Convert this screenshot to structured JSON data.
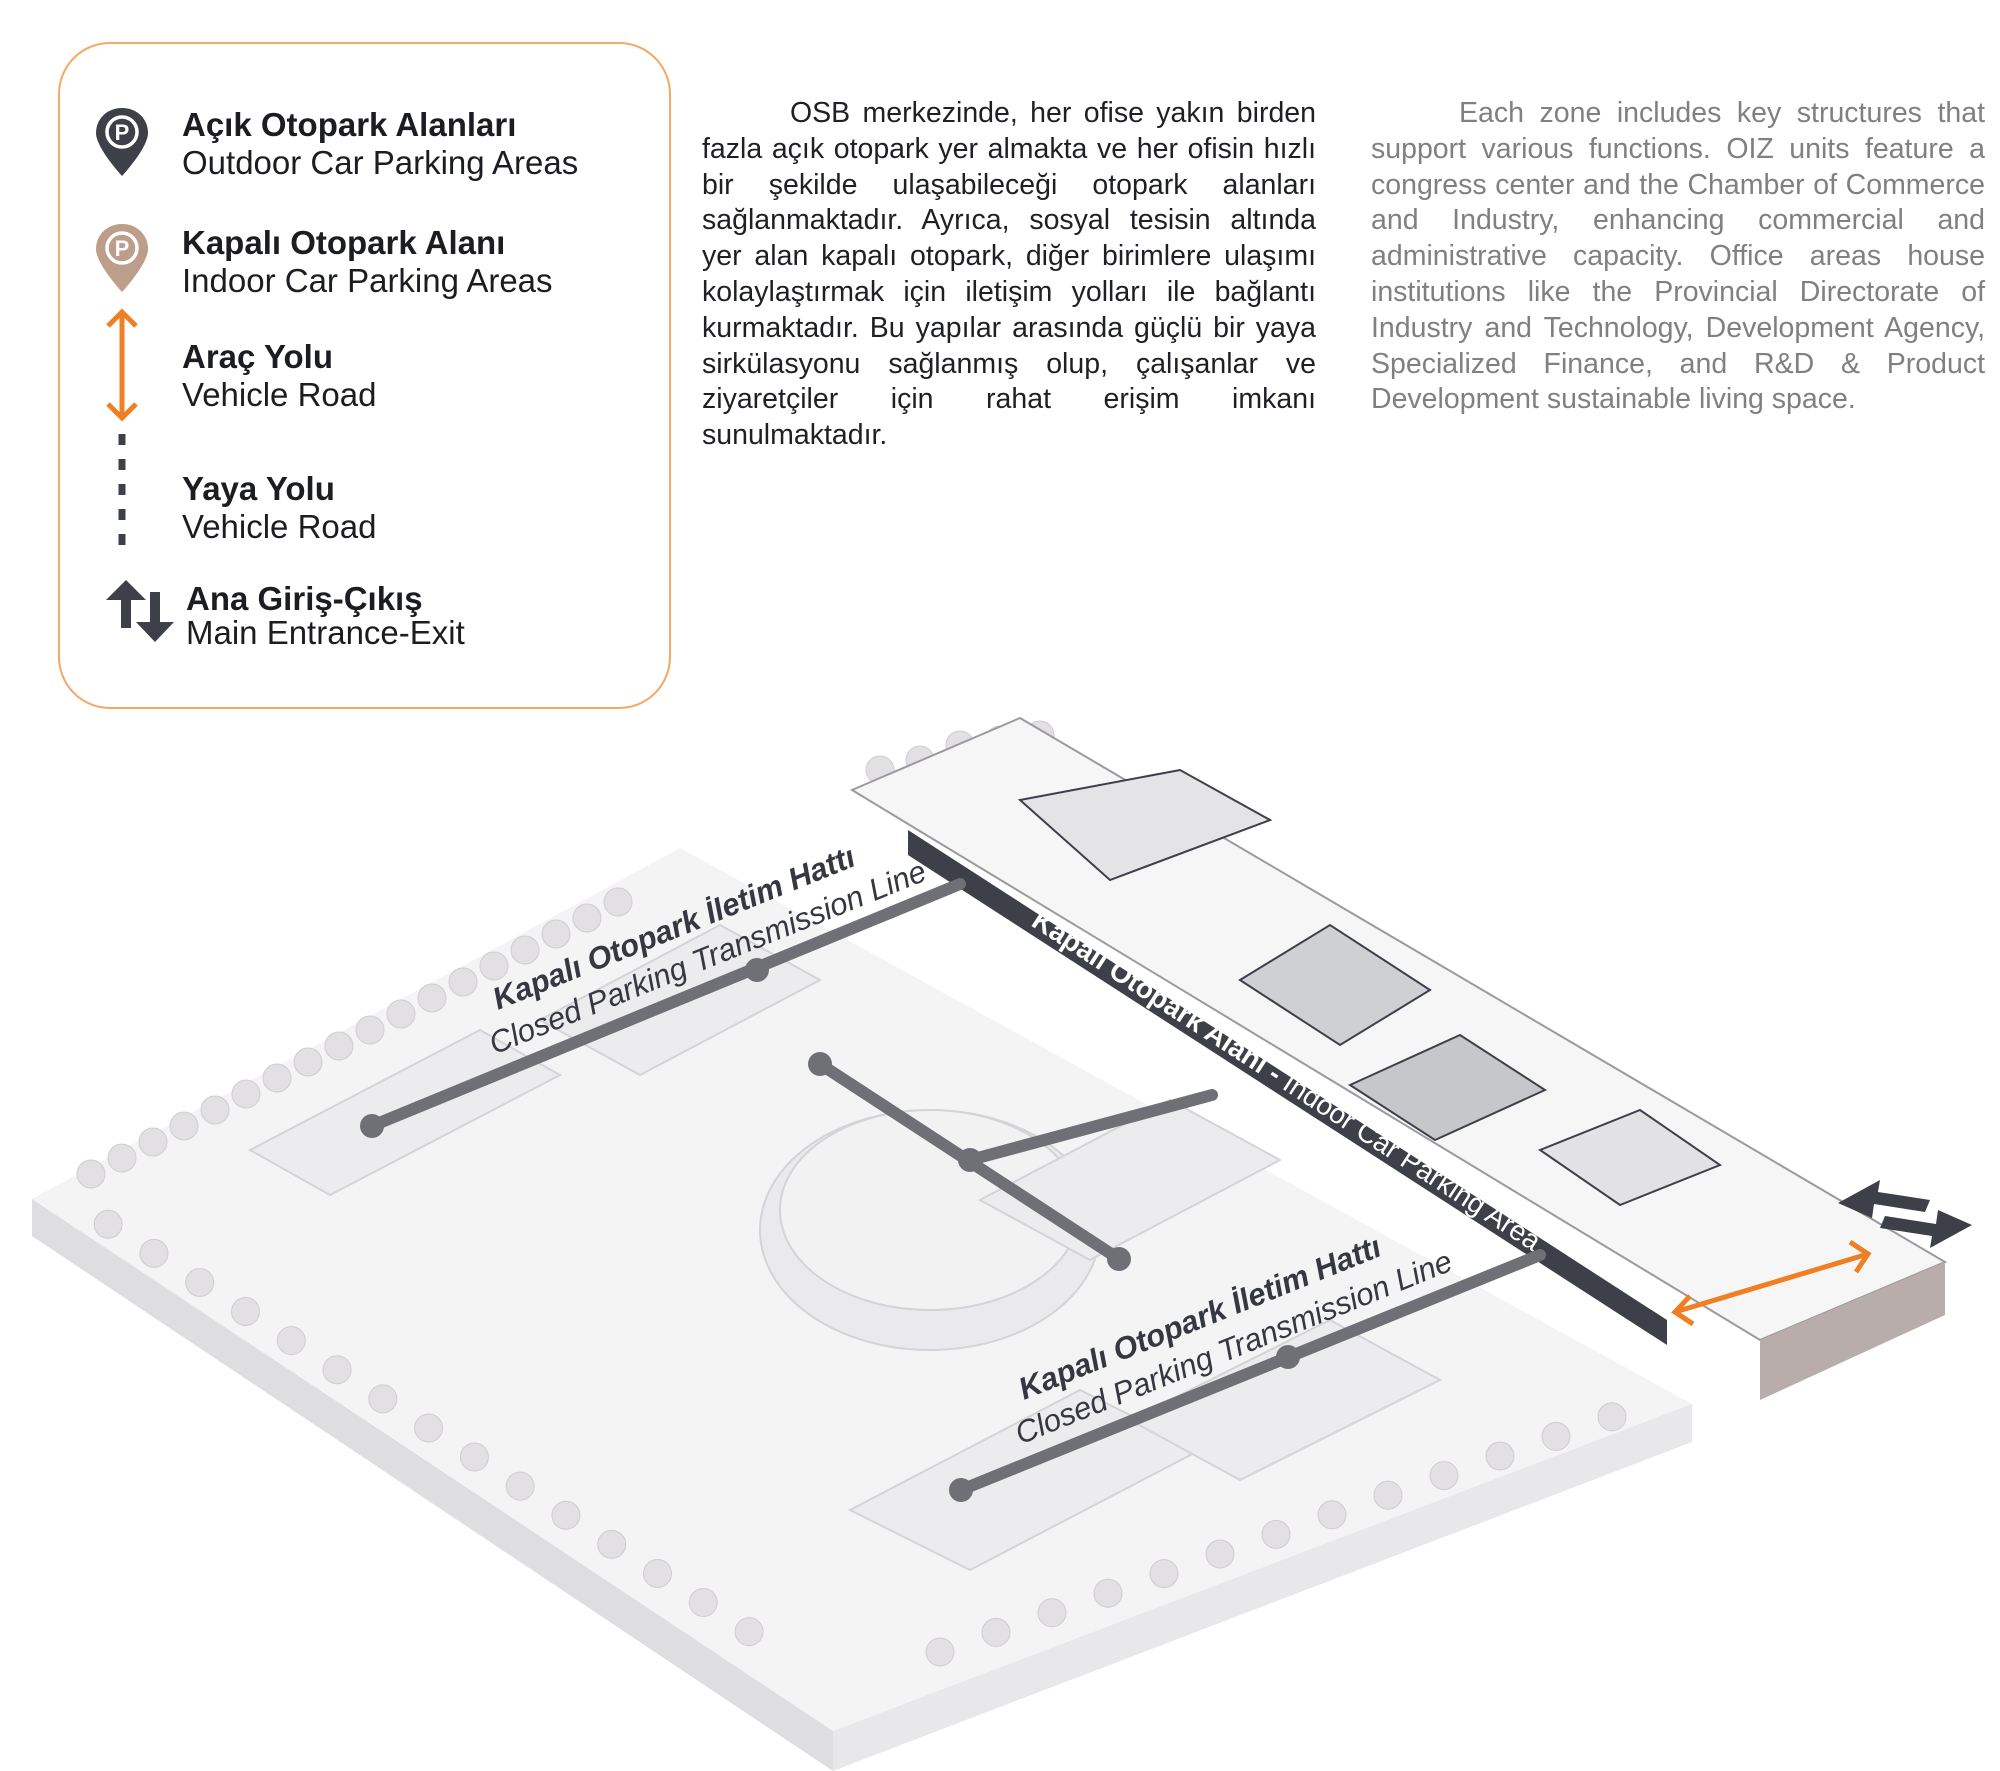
{
  "legend": {
    "items": [
      {
        "icon": "pin-parking-icon",
        "color": "#3d4049",
        "title": "Açık Otopark Alanları",
        "subtitle": "Outdoor Car Parking Areas"
      },
      {
        "icon": "pin-parking-icon",
        "color": "#bd9e8a",
        "title": "Kapalı Otopark Alanı",
        "subtitle": "Indoor Car Parking Areas"
      },
      {
        "icon": "double-arrow-vertical-icon",
        "color": "#f07f23",
        "title": "Araç Yolu",
        "subtitle": "Vehicle Road"
      },
      {
        "icon": "dotted-line-icon",
        "color": "#3d4049",
        "title": "Yaya Yolu",
        "subtitle": "Vehicle Road"
      },
      {
        "icon": "entrance-exit-arrows-icon",
        "color": "#3d4049",
        "title": "Ana Giriş-Çıkış",
        "subtitle": "Main Entrance-Exit"
      }
    ]
  },
  "text": {
    "turkish": "OSB merkezinde, her ofise yakın birden fazla açık otopark yer almakta ve her ofisin hızlı bir şekilde ulaşabileceği otopark alanları sağlanmaktadır. Ayrıca, sosyal tesisin altında yer alan kapalı otopark, diğer birimlere ulaşımı kolaylaştırmak için iletişim yolları ile bağlantı kurmaktadır. Bu yapılar arasında güçlü bir yaya sirkülasyonu sağlanmış olup, çalışanlar ve ziyaretçiler için rahat erişim imkanı sunulmaktadır.",
    "english": "Each zone includes key structures that support various functions. OIZ units feature a congress center and the Chamber of Commerce and Industry, enhancing commercial and administrative capacity. Office areas house institutions like the Provincial Directorate of Industry and Technology, Development Agency, Specialized Finance, and R&D & Product Development sustainable living space."
  },
  "diagram": {
    "band_label_bold": "Kapalı Otopark Alanı - ",
    "band_label_light": "Indoor Car Parking Area",
    "line_label_1": {
      "title": "Kapalı Otopark İletim Hattı",
      "subtitle": "Closed Parking Transmission Line"
    },
    "line_label_2": {
      "title": "Kapalı Otopark İletim Hattı",
      "subtitle": "Closed Parking Transmission Line"
    },
    "colors": {
      "dark": "#3d4049",
      "line": "#6e7076",
      "orange": "#f07f23"
    }
  }
}
